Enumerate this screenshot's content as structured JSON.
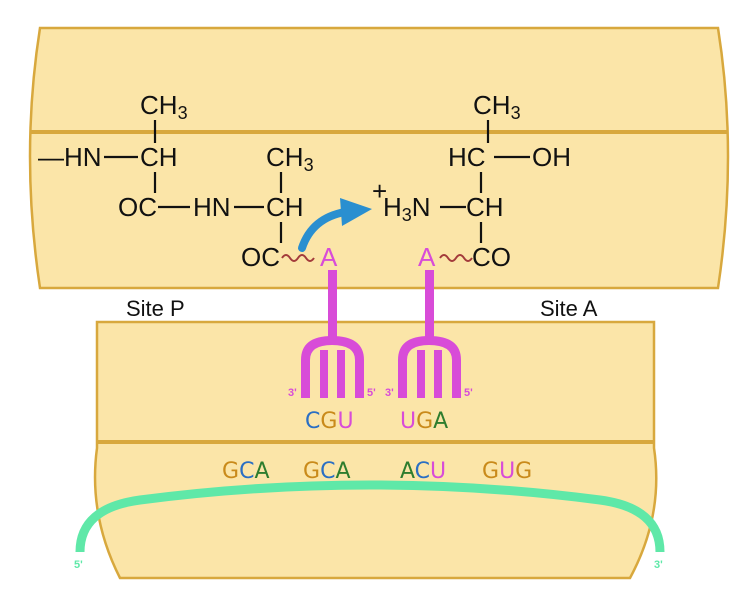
{
  "colors": {
    "ribosome_fill": "#fbe5a8",
    "ribosome_stroke": "#d8a83d",
    "trna": "#d84cd8",
    "mrna_strand": "#5fe8a8",
    "arrow": "#2a8fd0",
    "wavy_bond": "#a33b3b",
    "base_A": "#2e7d2e",
    "base_C": "#2a6fc4",
    "base_G": "#c98a1a",
    "base_U": "#d84cd8"
  },
  "sites": {
    "p_label": "Site P",
    "a_label": "Site A"
  },
  "p_chain": {
    "top_methyl": "CH",
    "top_methyl_sub": "3",
    "amide": "—HN",
    "alpha1": "CH",
    "methyl2": "CH",
    "methyl2_sub": "3",
    "carbonyl1": "OC",
    "nh2": "HN",
    "alpha2": "CH",
    "carbonyl2": "OC",
    "trna_end": "A"
  },
  "a_chain": {
    "methyl": "CH",
    "methyl_sub": "3",
    "side": "HC",
    "hydroxyl": "OH",
    "charge": "+",
    "amine": "H",
    "amine_sub": "3",
    "amine_n": "N",
    "alpha": "CH",
    "trna_end": "A",
    "carbonyl": "CO"
  },
  "anticodons": {
    "p": {
      "bases": [
        "C",
        "G",
        "U"
      ],
      "left_prime": "3'",
      "right_prime": "5'"
    },
    "a": {
      "bases": [
        "U",
        "G",
        "A"
      ],
      "left_prime": "3'",
      "right_prime": "5'"
    }
  },
  "codons": [
    [
      "G",
      "C",
      "A"
    ],
    [
      "G",
      "C",
      "A"
    ],
    [
      "A",
      "C",
      "U"
    ],
    [
      "G",
      "U",
      "G"
    ]
  ],
  "mrna": {
    "five_prime": "5'",
    "three_prime": "3'"
  }
}
